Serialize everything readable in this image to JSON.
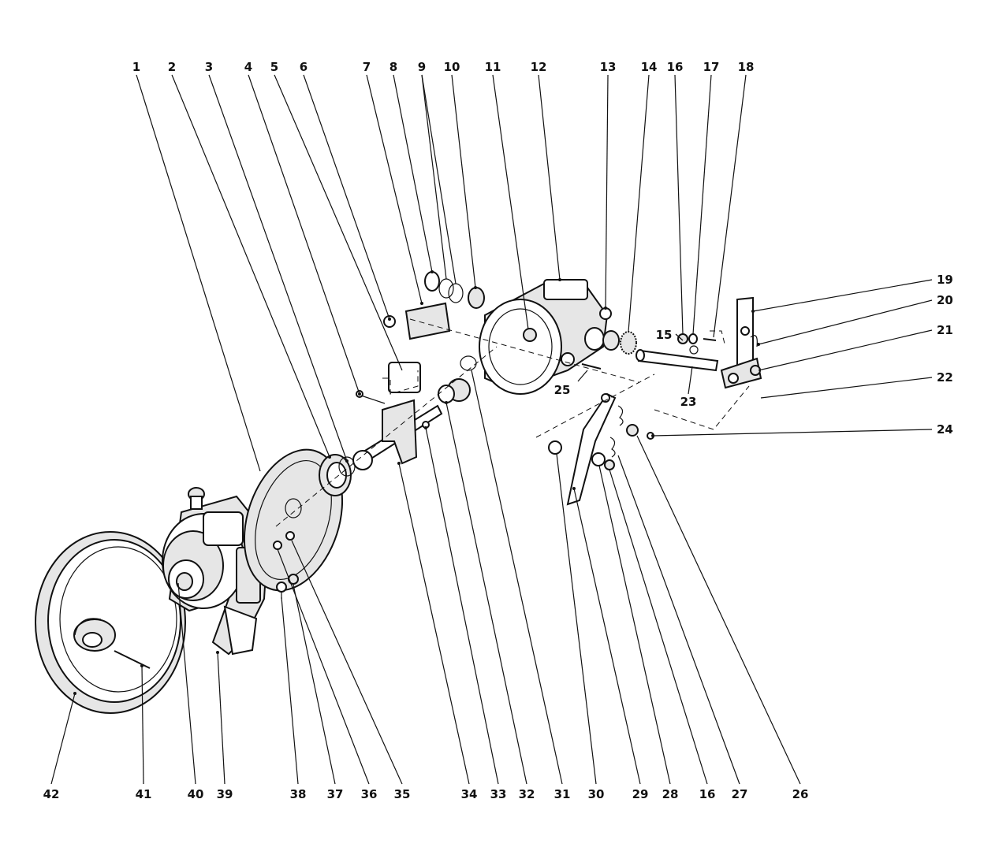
{
  "diagram": {
    "callouts_top": [
      "1",
      "2",
      "3",
      "4",
      "5",
      "6",
      "7",
      "8",
      "9",
      "10",
      "11",
      "12",
      "13",
      "14",
      "16",
      "17",
      "18"
    ],
    "callouts_right": [
      "19",
      "20",
      "21",
      "22",
      "24"
    ],
    "callouts_inline": [
      "15",
      "23",
      "25"
    ],
    "callouts_bottom": [
      "42",
      "41",
      "40",
      "39",
      "38",
      "37",
      "36",
      "35",
      "34",
      "33",
      "32",
      "31",
      "30",
      "29",
      "28",
      "16",
      "27",
      "26"
    ]
  }
}
